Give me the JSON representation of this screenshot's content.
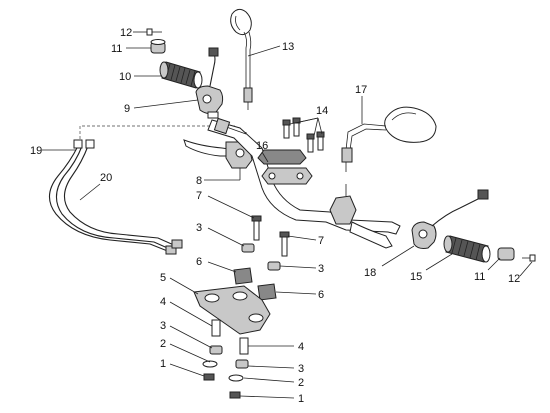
{
  "callouts": [
    {
      "id": "c12a",
      "text": "12"
    },
    {
      "id": "c11a",
      "text": "11"
    },
    {
      "id": "c10",
      "text": "10"
    },
    {
      "id": "c9",
      "text": "9"
    },
    {
      "id": "c13",
      "text": "13"
    },
    {
      "id": "c14",
      "text": "14"
    },
    {
      "id": "c17",
      "text": "17"
    },
    {
      "id": "c16",
      "text": "16"
    },
    {
      "id": "c19",
      "text": "19"
    },
    {
      "id": "c20",
      "text": "20"
    },
    {
      "id": "c8",
      "text": "8"
    },
    {
      "id": "c7a",
      "text": "7"
    },
    {
      "id": "c3a",
      "text": "3"
    },
    {
      "id": "c7b",
      "text": "7"
    },
    {
      "id": "c6a",
      "text": "6"
    },
    {
      "id": "c3b",
      "text": "3"
    },
    {
      "id": "c5",
      "text": "5"
    },
    {
      "id": "c6b",
      "text": "6"
    },
    {
      "id": "c4a",
      "text": "4"
    },
    {
      "id": "c3c",
      "text": "3"
    },
    {
      "id": "c4b",
      "text": "4"
    },
    {
      "id": "c2a",
      "text": "2"
    },
    {
      "id": "c1a",
      "text": "1"
    },
    {
      "id": "c3d",
      "text": "3"
    },
    {
      "id": "c2b",
      "text": "2"
    },
    {
      "id": "c1b",
      "text": "1"
    },
    {
      "id": "c18",
      "text": "18"
    },
    {
      "id": "c15",
      "text": "15"
    },
    {
      "id": "c11b",
      "text": "11"
    },
    {
      "id": "c12b",
      "text": "12"
    }
  ]
}
